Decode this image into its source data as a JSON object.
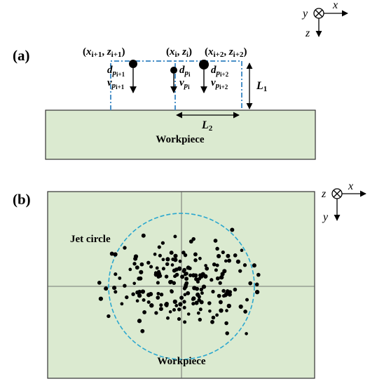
{
  "colors": {
    "workpiece_fill": "#dbead0",
    "frame_stroke": "#333333",
    "dash_blue": "#4a90c8",
    "jet_cyan": "#2aa7cf",
    "particle": "#000000"
  },
  "panel_a": {
    "label": "(a)",
    "axes": {
      "out_plane": "y",
      "horizontal": "x",
      "vertical": "z"
    },
    "workpiece_label": "Workpiece",
    "dim_vertical": "L",
    "dim_vertical_sub": "1",
    "dim_horizontal": "L",
    "dim_horizontal_sub": "2",
    "particles": [
      {
        "coord_open": "(",
        "coord_x": "x",
        "coord_x_sub": "i+1",
        "coord_sep": ", ",
        "coord_z": "z",
        "coord_z_sub": "i+1",
        "coord_close": ")",
        "d": "d",
        "d_sub": "p",
        "d_subsub": "i+1",
        "v": "v",
        "v_sub": "p",
        "v_subsub": "i+1"
      },
      {
        "coord_open": "(",
        "coord_x": "x",
        "coord_x_sub": "i",
        "coord_sep": ", ",
        "coord_z": "z",
        "coord_z_sub": "i",
        "coord_close": ")",
        "d": "d",
        "d_sub": "p",
        "d_subsub": "i",
        "v": "v",
        "v_sub": "p",
        "v_subsub": "i"
      },
      {
        "coord_open": "(",
        "coord_x": "x",
        "coord_x_sub": "i+2",
        "coord_sep": ", ",
        "coord_z": "z",
        "coord_z_sub": "i+2",
        "coord_close": ")",
        "d": "d",
        "d_sub": "p",
        "d_subsub": "i+2",
        "v": "v",
        "v_sub": "p",
        "v_subsub": "i+2"
      }
    ]
  },
  "panel_b": {
    "label": "(b)",
    "axes": {
      "out_plane": "z",
      "horizontal": "x",
      "vertical": "y"
    },
    "jet_label": "Jet circle",
    "workpiece_label": "Workpiece"
  }
}
